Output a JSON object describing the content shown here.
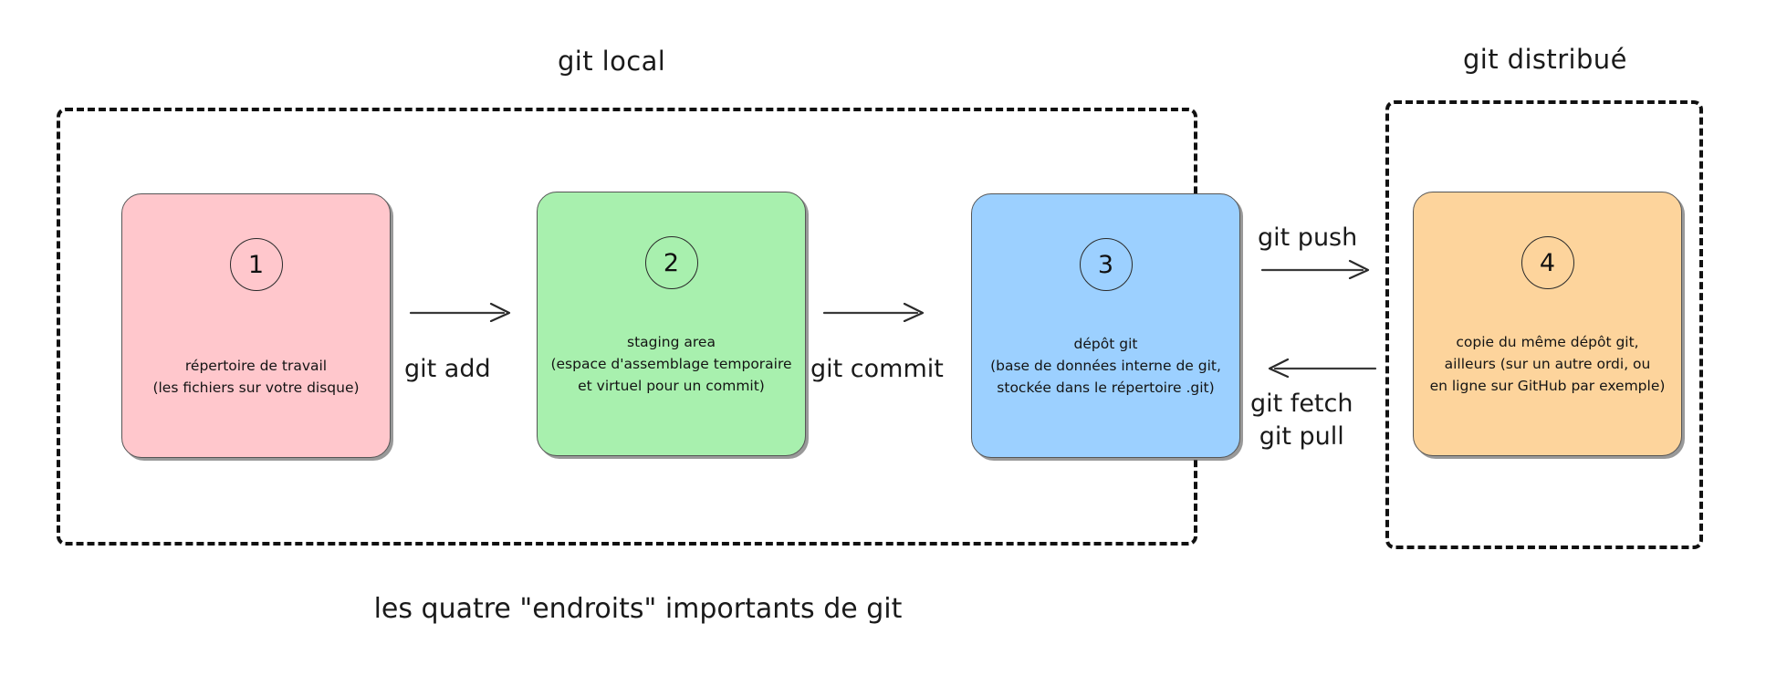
{
  "diagram": {
    "caption": "les quatre \"endroits\" importants de git",
    "groups": [
      {
        "id": "local",
        "title": "git local"
      },
      {
        "id": "remote",
        "title": "git distribué"
      }
    ],
    "boxes": [
      {
        "number": "1",
        "color": "#FFC7CC",
        "description": "répertoire de travail\n(les fichiers sur votre disque)"
      },
      {
        "number": "2",
        "color": "#A8F0AE",
        "description": "staging area\n(espace d'assemblage temporaire\net virtuel pour un commit)"
      },
      {
        "number": "3",
        "color": "#9CD0FF",
        "description": "dépôt git\n(base de données interne de git,\nstockée dans le répertoire .git)"
      },
      {
        "number": "4",
        "color": "#FDD49C",
        "description": "copie du même dépôt git,\nailleurs (sur un autre ordi, ou\nen ligne sur GitHub par exemple)"
      }
    ],
    "edges": [
      {
        "id": "add",
        "label": "git add",
        "direction": "right"
      },
      {
        "id": "commit",
        "label": "git commit",
        "direction": "right"
      },
      {
        "id": "push",
        "label": "git push",
        "direction": "right"
      },
      {
        "id": "fetch",
        "label": "git fetch\ngit pull",
        "direction": "left"
      }
    ]
  }
}
